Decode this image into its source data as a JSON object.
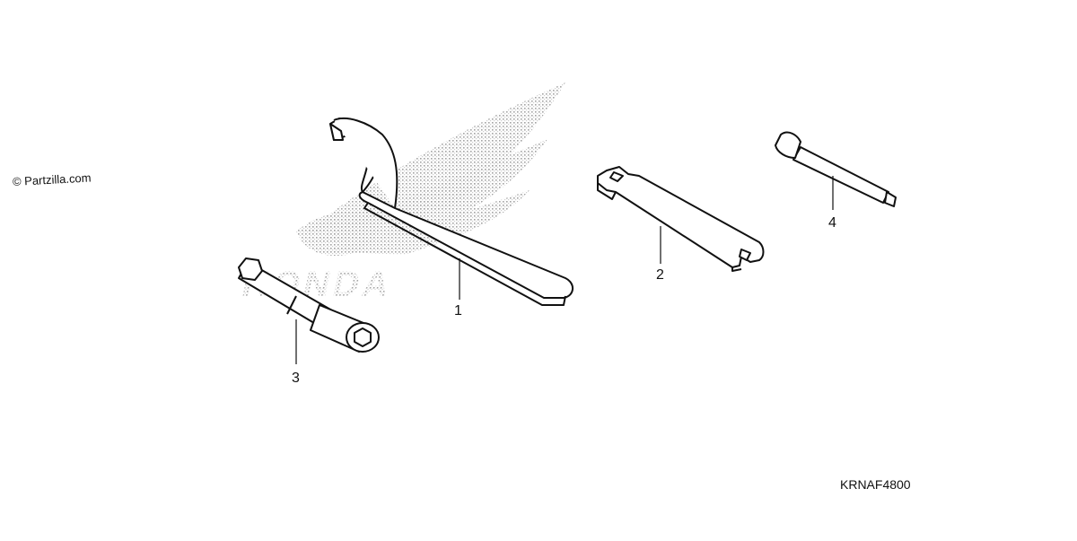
{
  "copyright": "© Partzilla.com",
  "diagram_code": "KRNAF4800",
  "watermark": {
    "brand": "HONDA"
  },
  "callouts": [
    {
      "number": "1"
    },
    {
      "number": "2"
    },
    {
      "number": "3"
    },
    {
      "number": "4"
    }
  ],
  "colors": {
    "line": "#111111",
    "part_fill": "#ffffff",
    "watermark": "#b8b8b8"
  }
}
